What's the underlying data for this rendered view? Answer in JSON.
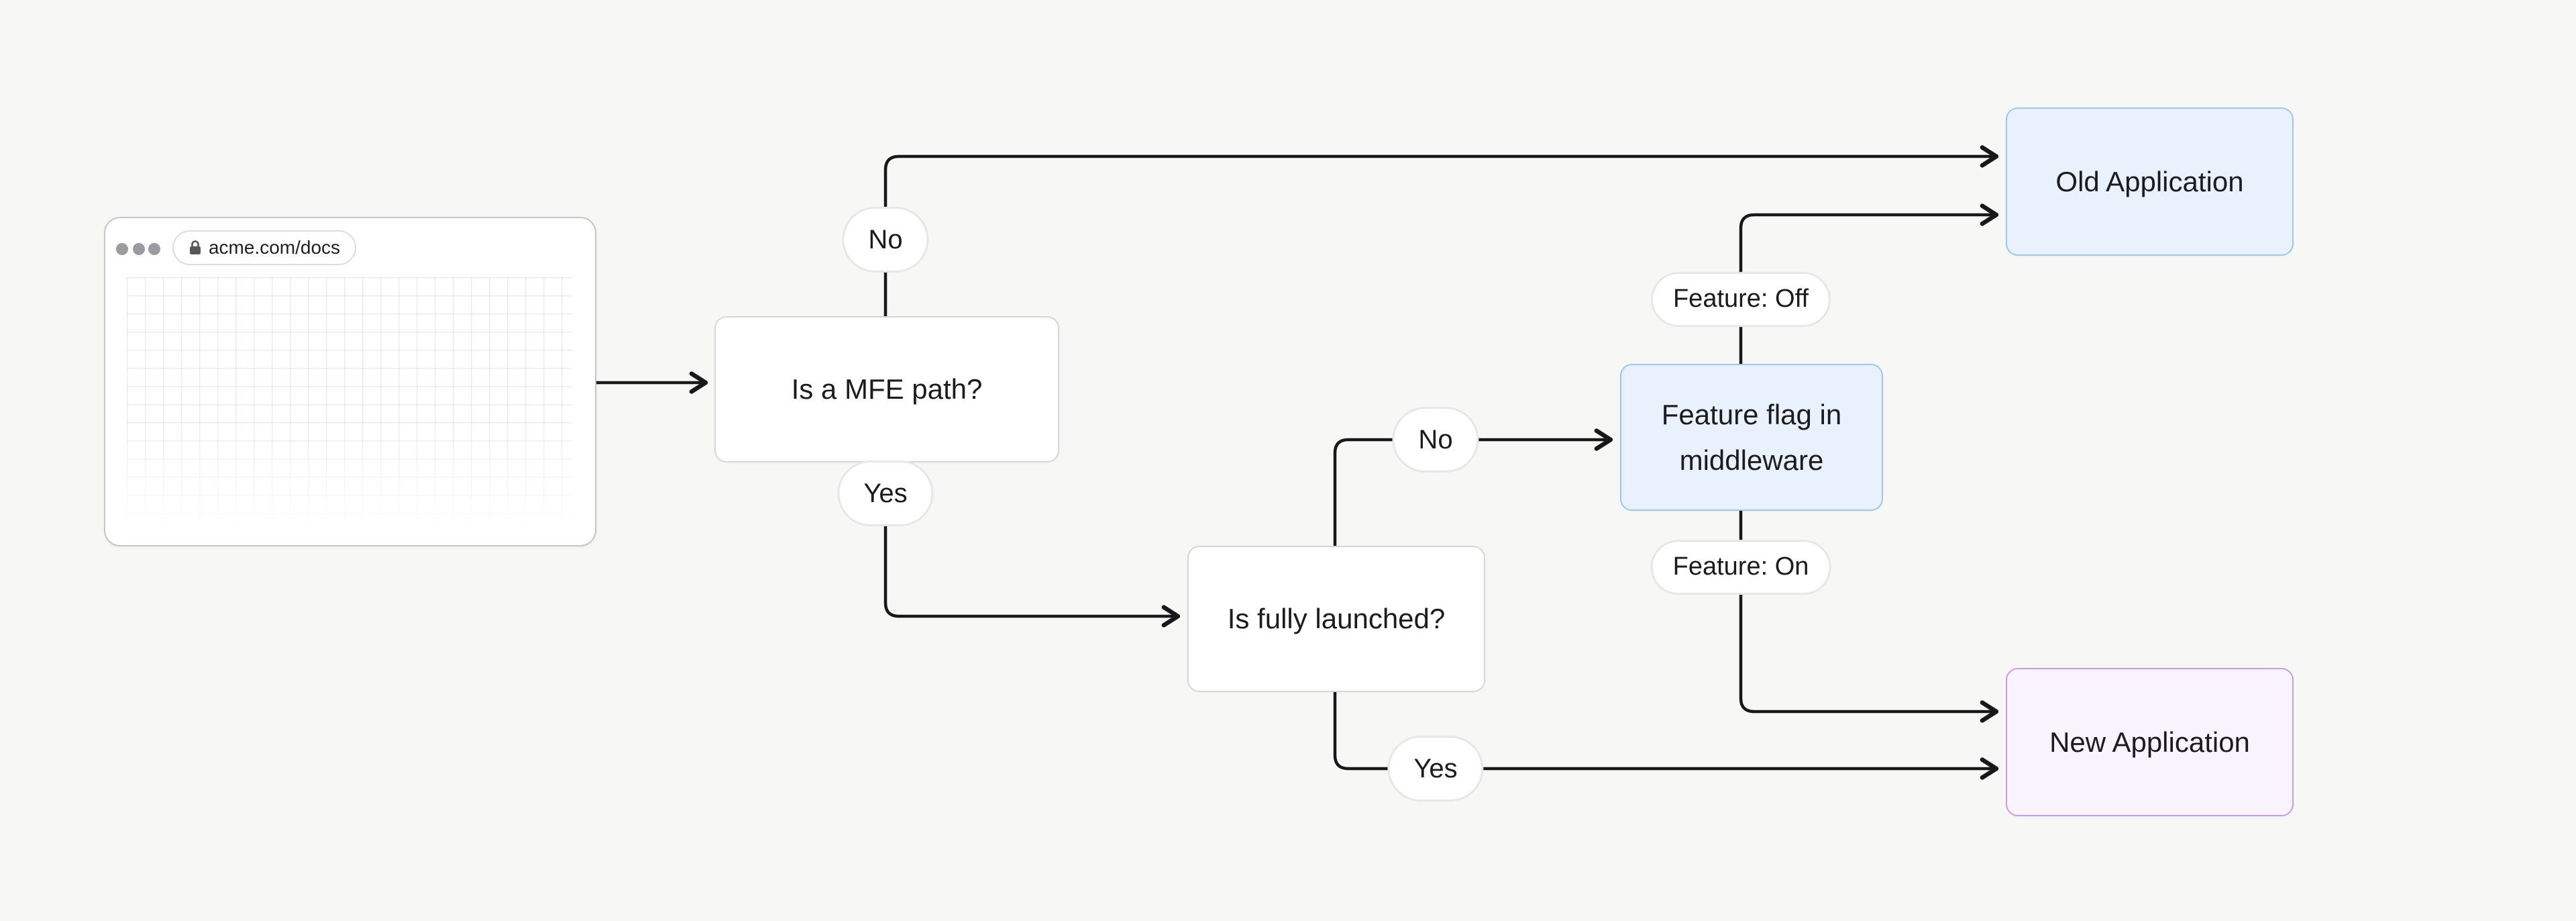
{
  "colors": {
    "background": "#f7f7f6",
    "line": "#18181a",
    "node_border": "#d7d7d7",
    "pill_border": "#e7e7e7",
    "blue_fill": "#e9f2fc",
    "blue_border": "#9cc7f4",
    "purple_fill": "#f9f3fd",
    "purple_border": "#c99ceb"
  },
  "browser": {
    "url": "acme.com/docs"
  },
  "nodes": {
    "mfe": {
      "label": "Is a MFE path?"
    },
    "launched": {
      "label": "Is fully launched?"
    },
    "flag": {
      "label": "Feature flag in middleware",
      "fill": "#e9f2fc",
      "border": "#9cc7f4"
    },
    "old": {
      "label": "Old Application",
      "fill": "#e9f2fc",
      "border": "#9cc7f4"
    },
    "new": {
      "label": "New Application",
      "fill": "#f9f3fd",
      "border": "#c99ceb"
    }
  },
  "edge_labels": {
    "mfe_no": "No",
    "mfe_yes": "Yes",
    "launched_no": "No",
    "launched_yes": "Yes",
    "flag_off": "Feature: Off",
    "flag_on": "Feature: On"
  }
}
